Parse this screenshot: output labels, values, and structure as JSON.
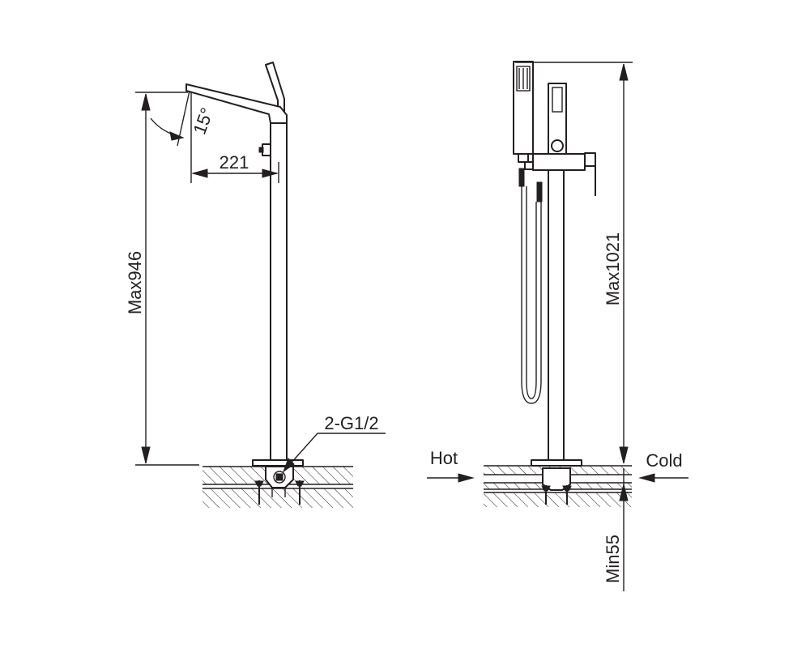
{
  "diagram": {
    "left_view": {
      "angle_label": "15°",
      "spout_reach_label": "221",
      "max_height_label": "Max946",
      "connection_label": "2-G1/2"
    },
    "right_view": {
      "max_height_label": "Max1021",
      "min_depth_label": "Min55",
      "hot_label": "Hot",
      "cold_label": "Cold"
    },
    "colors": {
      "line": "#231f20",
      "background": "#ffffff"
    }
  }
}
